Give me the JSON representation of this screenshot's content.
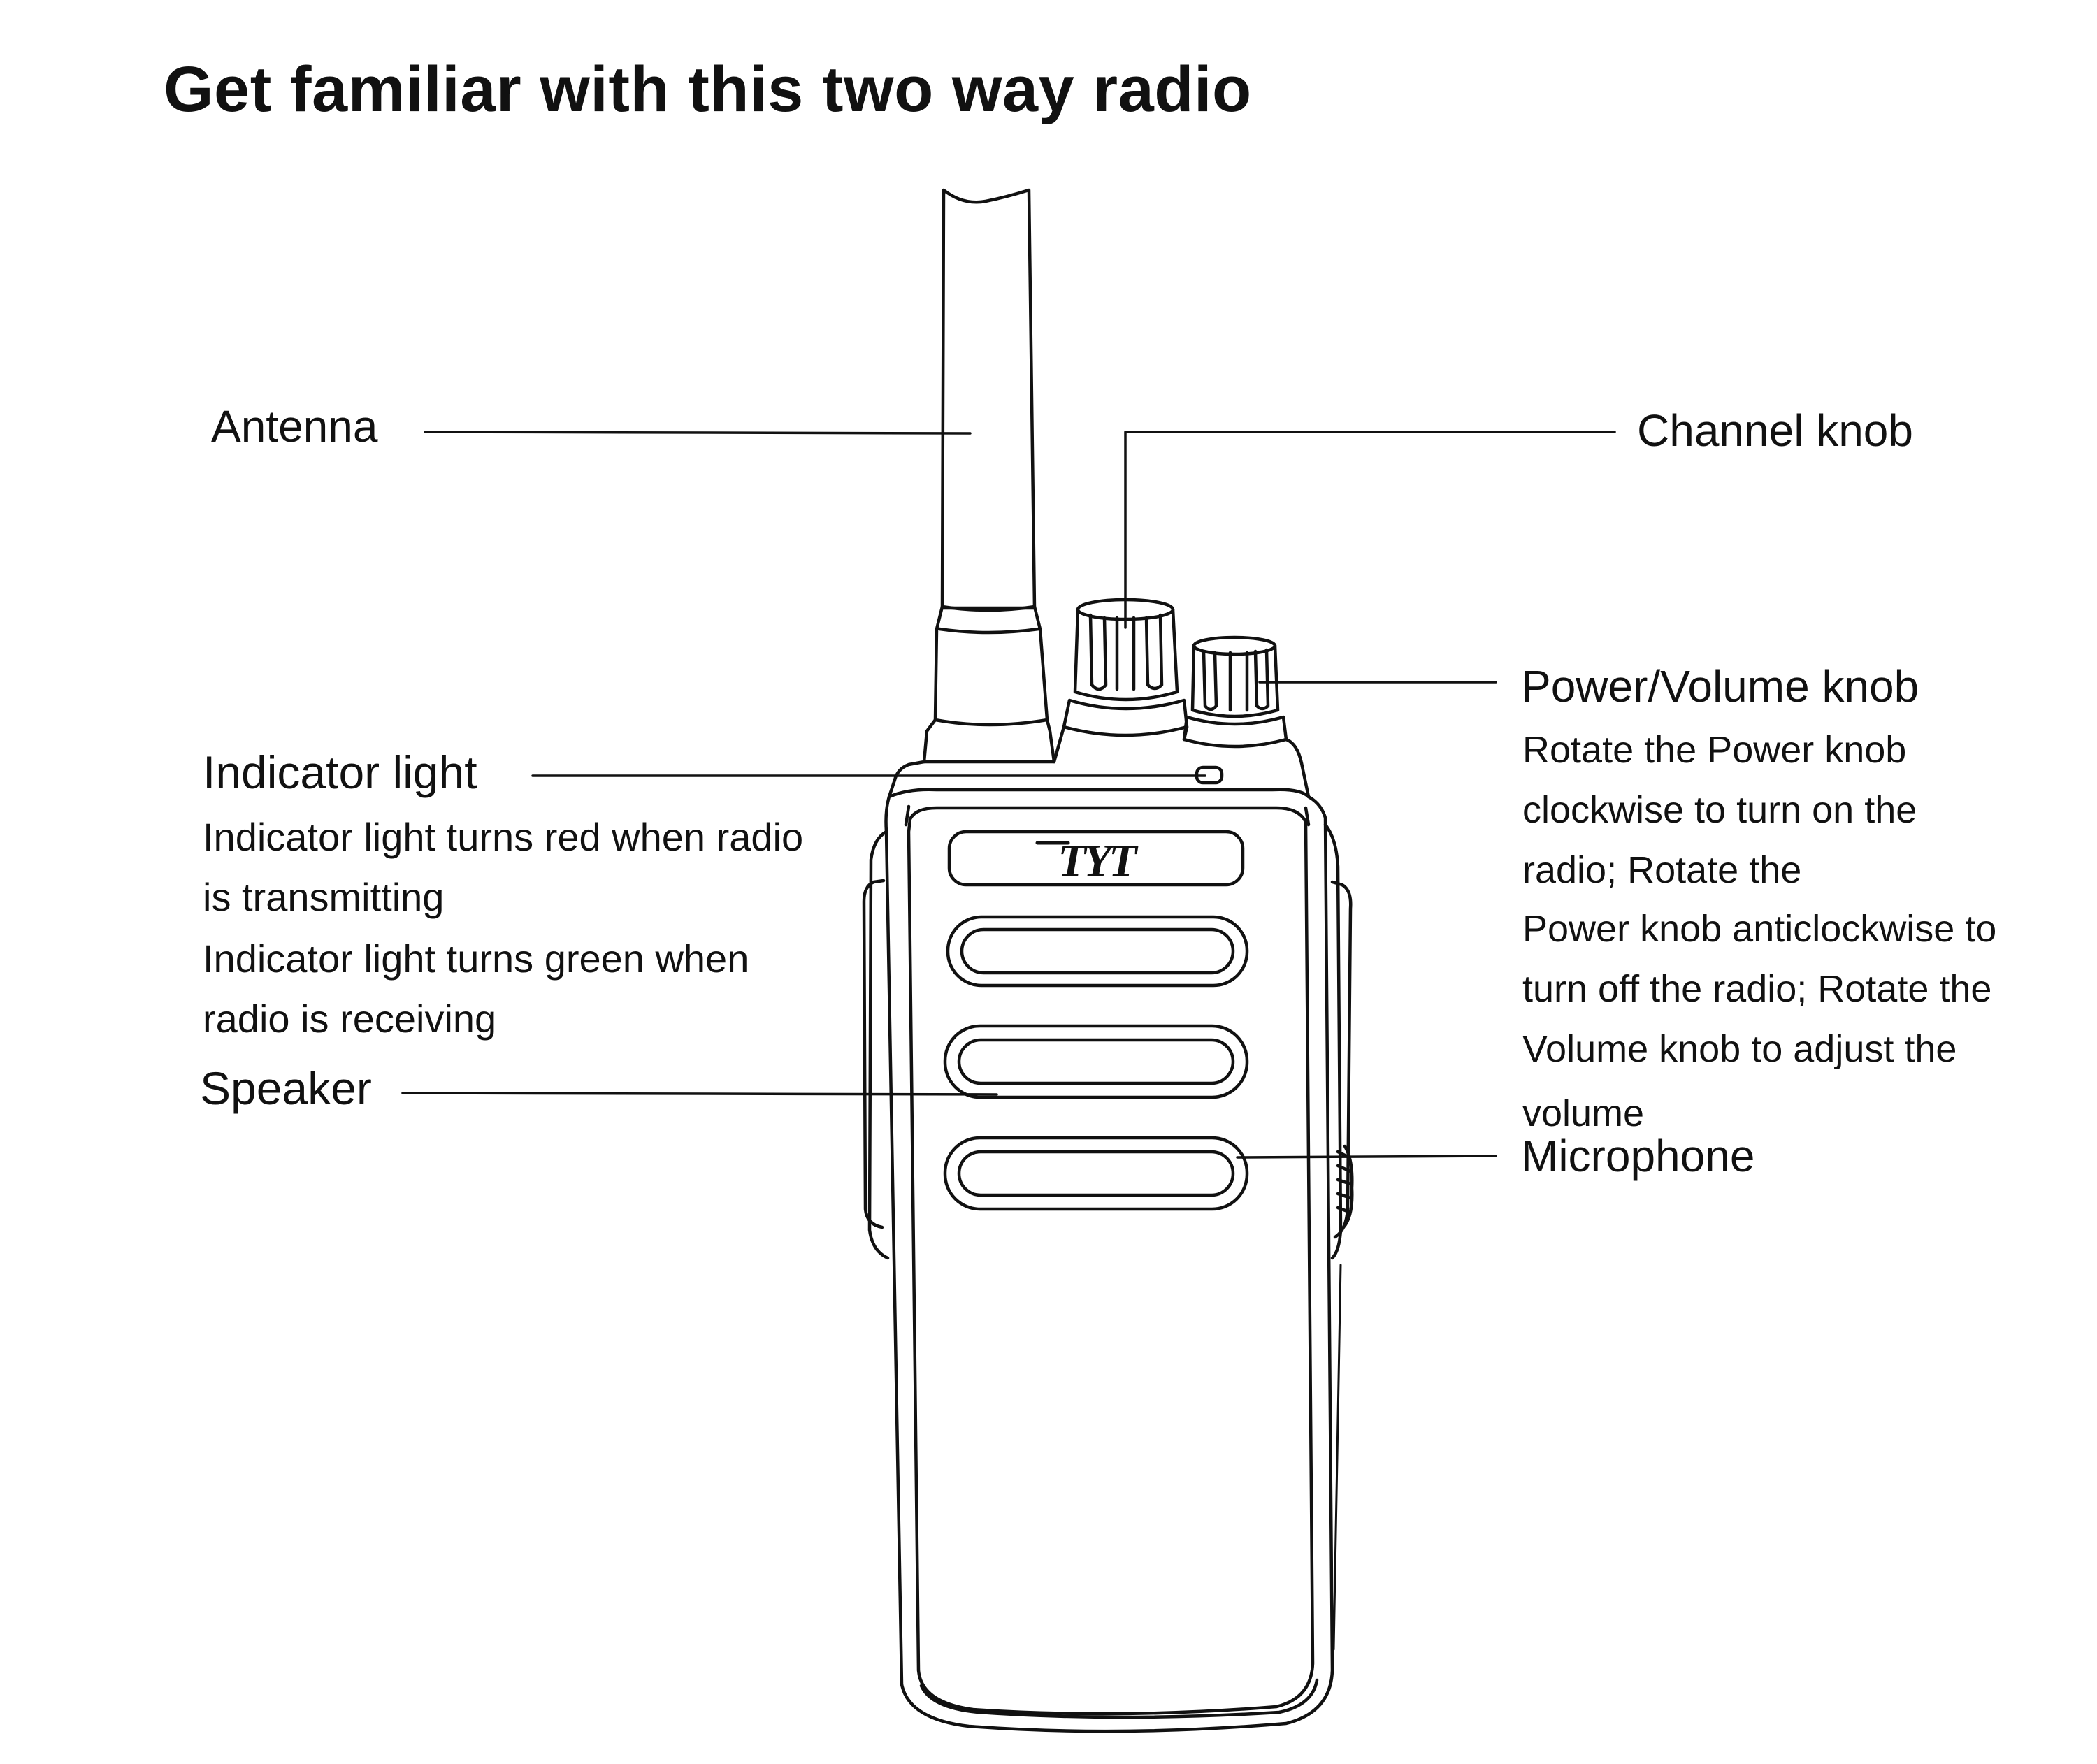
{
  "title": "Get familiar with this two way radio",
  "brand_logo": "TYT",
  "colors": {
    "ink": "#111111",
    "background": "#ffffff"
  },
  "callouts": {
    "antenna": {
      "label": "Antenna"
    },
    "channel_knob": {
      "label": "Channel knob"
    },
    "power_volume_knob": {
      "label": "Power/Volume knob",
      "description_lines": [
        "Rotate the Power knob",
        "clockwise to turn on the",
        "radio; Rotate the",
        "Power knob anticlockwise to",
        "turn off the radio; Rotate the",
        "Volume knob to adjust the",
        "volume"
      ]
    },
    "indicator_light": {
      "label": "Indicator light",
      "description_lines": [
        "Indicator light turns red when radio",
        "is transmitting",
        "Indicator light turns green when",
        "radio is receiving"
      ]
    },
    "speaker": {
      "label": "Speaker"
    },
    "microphone": {
      "label": "Microphone"
    }
  }
}
